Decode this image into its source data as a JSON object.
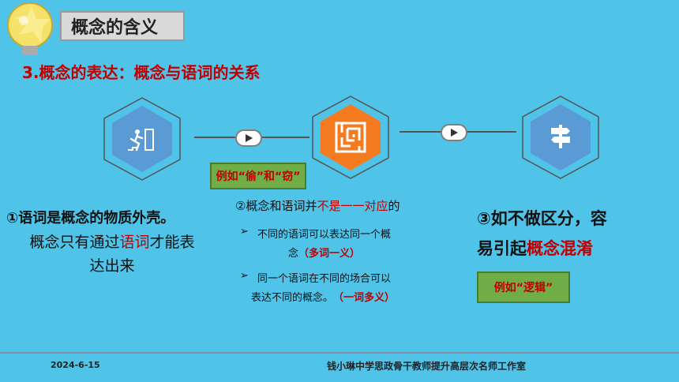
{
  "header": {
    "title": "概念的含义"
  },
  "subtitle": "3.概念的表达：概念与语词的关系",
  "tags": {
    "example1": "例如“偷”和“窃”",
    "example2": "例如“逻辑”"
  },
  "left": {
    "heading": "①语词是概念的物质外壳。",
    "body_a": "概念只有通过",
    "body_highlight": "语词",
    "body_b": "才能表",
    "body_c": "达出来"
  },
  "middle": {
    "heading_a": "②概念和语词并",
    "heading_highlight": "不是一一对应",
    "heading_b": "的",
    "bullet1_a": "不同的语词可以表达同一个概",
    "bullet1_b": "念",
    "bullet1_paren": "（多词一义）",
    "bullet2_a": "同一个语词在不同的场合可以",
    "bullet2_b": "表达不同的概念。",
    "bullet2_paren": "（一词多义）",
    "bullet_marker": "➢"
  },
  "right": {
    "line1": "③如不做区分，容",
    "line2_a": "易引起",
    "line2_highlight": "概念混淆"
  },
  "footer": {
    "date": "2024-6-15",
    "studio": "钱小琳中学思政骨干教师提升高层次名师工作室"
  },
  "icons": [
    "idea-bulb-icon",
    "exit-run-icon",
    "maze-icon",
    "signpost-icon",
    "play-arrow-icon"
  ],
  "colors": {
    "background": "#4FC3E8",
    "accent_red": "#C00000",
    "hex_blue": "#5B9BD5",
    "hex_orange": "#F47B20",
    "tag_green": "#70AD47"
  }
}
